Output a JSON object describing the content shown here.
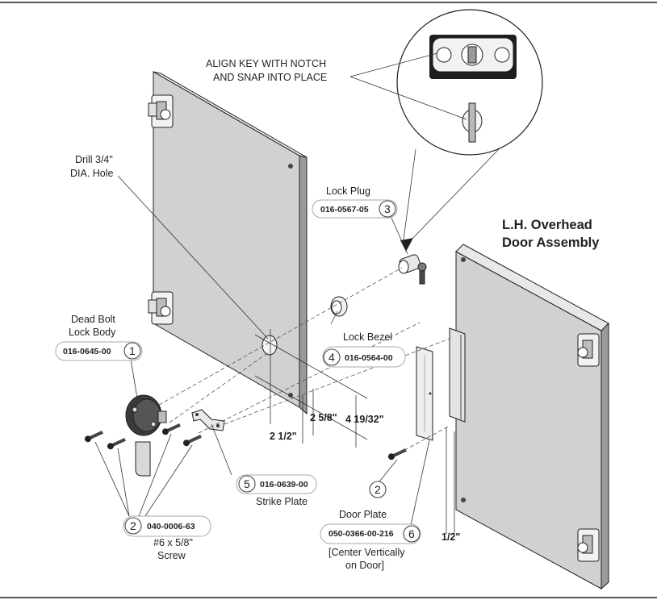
{
  "title": {
    "line1": "L.H. Overhead",
    "line2": "Door Assembly"
  },
  "callout": {
    "line1": "ALIGN KEY WITH NOTCH",
    "line2": "AND SNAP INTO PLACE"
  },
  "drill_note": {
    "line1": "Drill 3/4\"",
    "line2": "DIA. Hole"
  },
  "parts": [
    {
      "number": "1",
      "part_no": "016-0645-00",
      "name_line1": "Dead Bolt",
      "name_line2": "Lock Body"
    },
    {
      "number": "2",
      "part_no": "040-0006-63",
      "name_line1": "#6 x 5/8\"",
      "name_line2": "Screw"
    },
    {
      "number": "3",
      "part_no": "016-0567-05",
      "name_line1": "Lock Plug"
    },
    {
      "number": "4",
      "part_no": "016-0564-00",
      "name_line1": "Lock Bezel"
    },
    {
      "number": "5",
      "part_no": "016-0639-00",
      "name_line1": "Strike Plate"
    },
    {
      "number": "6",
      "part_no": "050-0366-00-216",
      "name_line1": "Door Plate",
      "note_line1": "[Center Vertically",
      "note_line2": "on Door]"
    }
  ],
  "screw_callout_number": "2",
  "dimensions": {
    "d1": "2 5/8\"",
    "d2": "4 19/32\"",
    "d3": "2 1/2\"",
    "d4": "1/2\""
  },
  "colors": {
    "door_face": "#d1d1d1",
    "door_edge": "#9a9a9a",
    "line": "#231f20",
    "background": "#ffffff"
  }
}
